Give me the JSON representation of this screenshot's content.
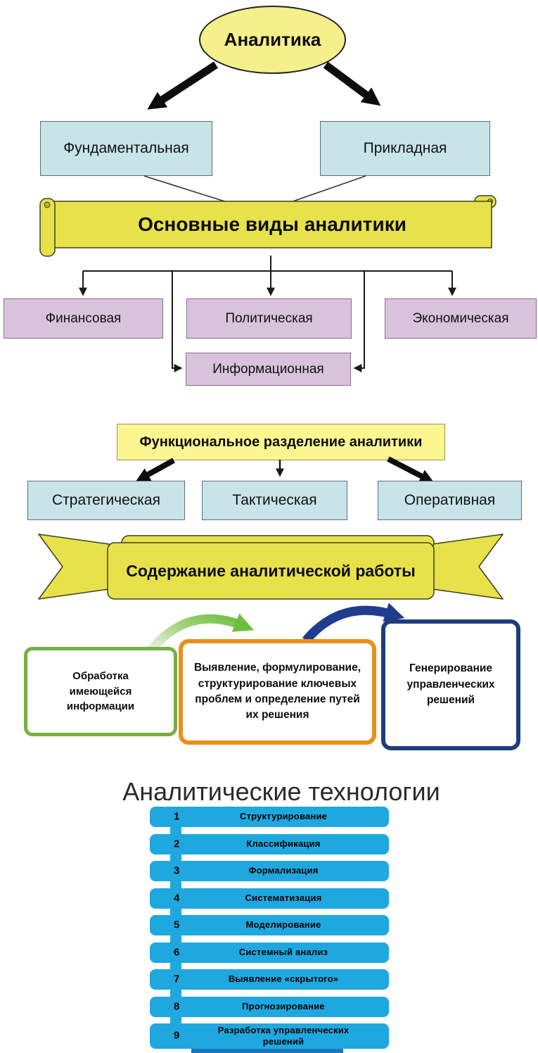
{
  "root_label": "Аналитика",
  "branches": {
    "fundamental": "Фундаментальная",
    "applied": "Прикладная"
  },
  "main_banner": "Основные виды аналитики",
  "kinds": {
    "financial": "Финансовая",
    "political": "Политическая",
    "economic": "Экономическая",
    "informational": "Информационная"
  },
  "functional": {
    "title": "Функциональное разделение аналитики",
    "strategic": "Стратегическая",
    "tactical": "Тактическая",
    "operational": "Оперативная"
  },
  "ribbon": "Содержание аналитической работы",
  "workflow": {
    "step1": "Обработка имеющейся информации",
    "step2": "Выявление, формулирование, структурирование ключевых проблем и определение путей их решения",
    "step3": "Генерирование управленческих решений"
  },
  "technologies": {
    "title": "Аналитические технологии",
    "items": [
      {
        "num": "1",
        "label": "Структурирование"
      },
      {
        "num": "2",
        "label": "Классификация"
      },
      {
        "num": "3",
        "label": "Формализация"
      },
      {
        "num": "4",
        "label": "Систематизация"
      },
      {
        "num": "5",
        "label": "Моделирование"
      },
      {
        "num": "6",
        "label": "Системный анализ"
      },
      {
        "num": "7",
        "label": "Выявление «скрытого»"
      },
      {
        "num": "8",
        "label": "Прогнозирование"
      },
      {
        "num": "9",
        "label": "Разработка управленческих решений"
      }
    ]
  },
  "colors": {
    "yellow_light": "#F5EF8C",
    "yellow_strong": "#E7E24A",
    "cyan_fill": "#C9E4E8",
    "purple_fill": "#D9C3DC",
    "bar_blue": "#1FA8DF",
    "bar_blue_dark": "#1B75BC",
    "green_accent": "#76BE3F",
    "orange_accent": "#E8901A",
    "navy_accent": "#1F3D7C"
  }
}
